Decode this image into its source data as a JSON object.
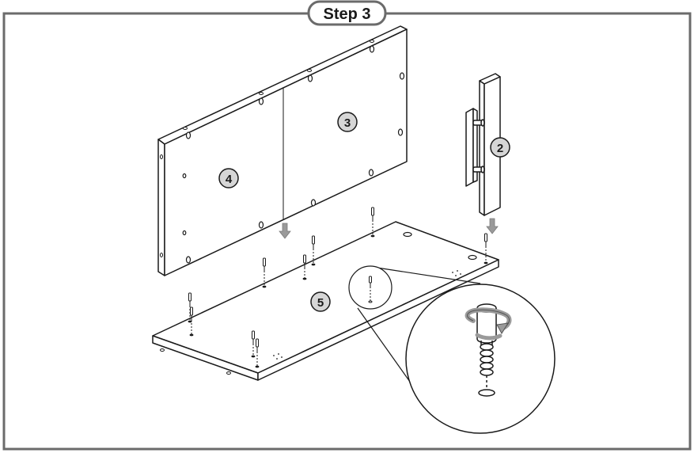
{
  "step_label": "Step 3",
  "parts": {
    "part_2": "2",
    "part_3": "3",
    "part_4": "4",
    "part_5": "5"
  },
  "colors": {
    "frame": "#6b6b6b",
    "line": "#1a1a1a",
    "badge_fill": "#d6d6d6",
    "arrow": "#9a9a9a"
  },
  "icons": [
    "down-arrow-icon",
    "rotate-arrow-icon",
    "dowel-icon"
  ]
}
